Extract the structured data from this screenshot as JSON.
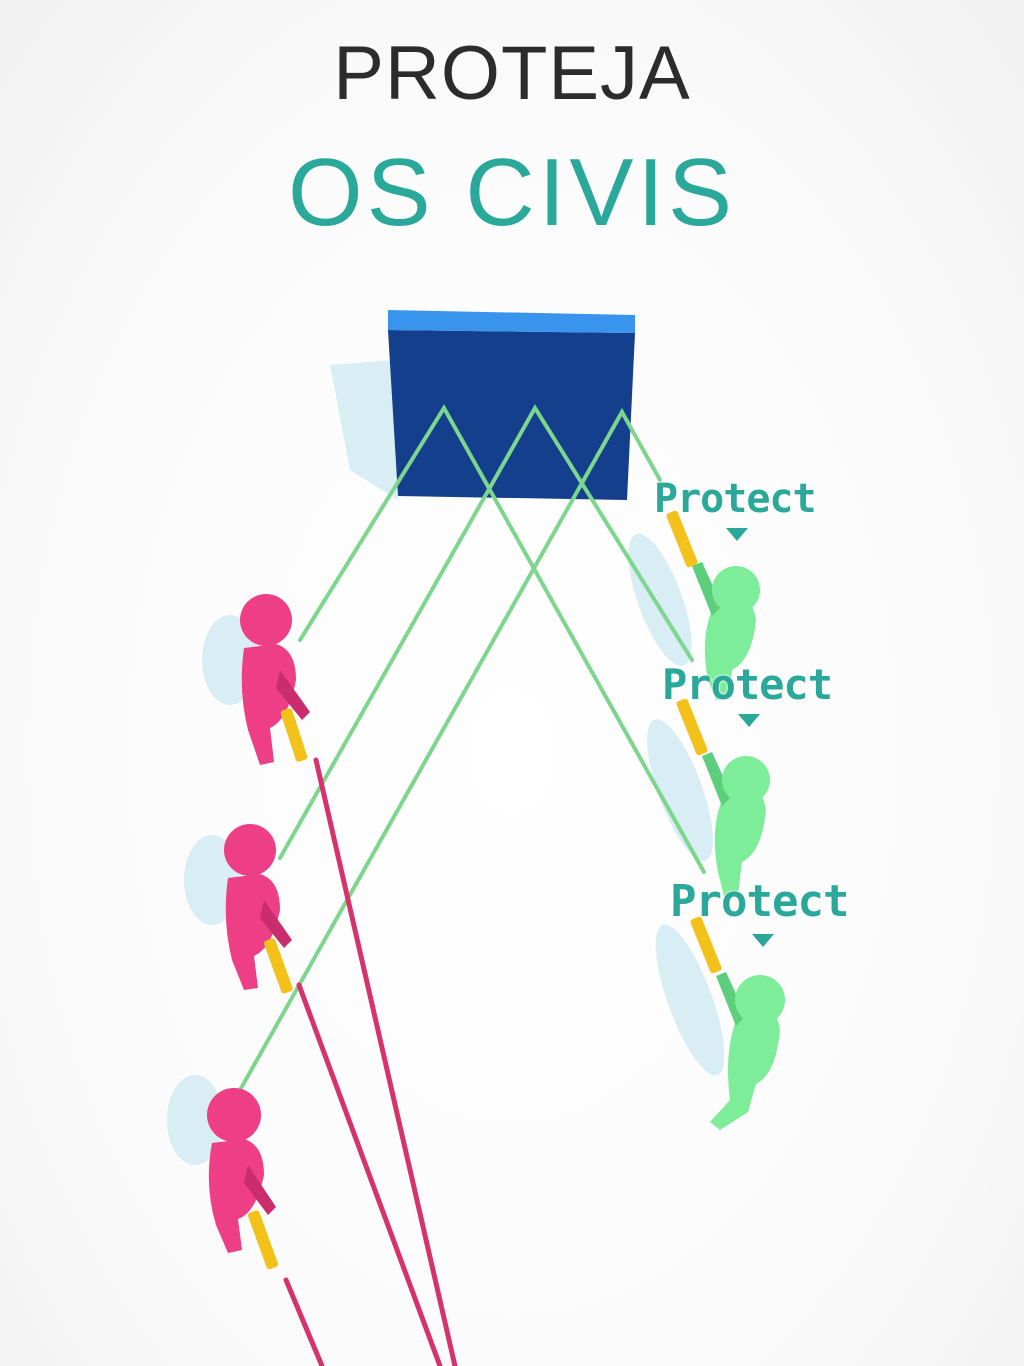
{
  "header": {
    "line1": "PROTEJA",
    "line2": "OS CIVIS"
  },
  "civilians": [
    {
      "label": "Protect"
    },
    {
      "label": "Protect"
    },
    {
      "label": "Protect"
    }
  ],
  "colors": {
    "title_primary": "#2c2c2c",
    "title_accent": "#2aa89a",
    "label": "#2aa89a",
    "enemy": "#ee3f86",
    "enemy_dark": "#c92d6d",
    "civilian": "#7ded99",
    "civilian_dark": "#5bcf7c",
    "laser_green": "#7dd68d",
    "laser_red": "#d6336c",
    "wall_front": "#143f8c",
    "wall_top": "#3994ee",
    "shadow": "#d8eef4",
    "gun": "#f2c21a"
  },
  "icons": {
    "marker": "down-triangle-icon"
  }
}
